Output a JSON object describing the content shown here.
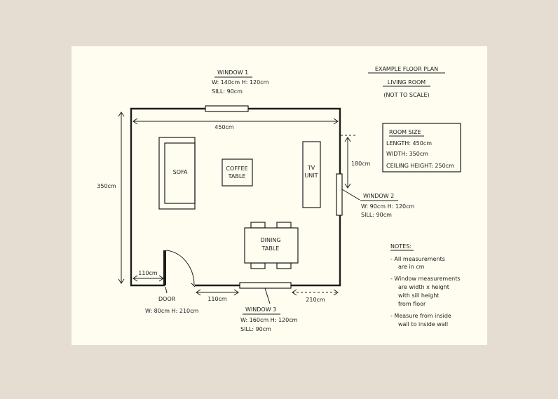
{
  "title": {
    "line1": "EXAMPLE FLOOR PLAN",
    "line2": "LIVING ROOM",
    "line3": "(NOT TO SCALE)"
  },
  "dimensions": {
    "width": "450cm",
    "height": "350cm",
    "window2_offset": "180cm",
    "door_offset": "110cm",
    "window3_left": "110cm",
    "window3_right": "210cm"
  },
  "furniture": {
    "sofa": "SOFA",
    "coffee_line1": "COFFEE",
    "coffee_line2": "TABLE",
    "tv_line1": "TV",
    "tv_line2": "UNIT",
    "dining_line1": "DINING",
    "dining_line2": "TABLE"
  },
  "window1": {
    "label": "WINDOW 1",
    "size": "W: 140cm   H: 120cm",
    "sill": "SILL: 90cm"
  },
  "window2": {
    "label": "WINDOW 2",
    "size": "W: 90cm   H: 120cm",
    "sill": "SILL: 90cm"
  },
  "window3": {
    "label": "WINDOW 3",
    "size": "W: 160cm   H: 120cm",
    "sill": "SILL: 90cm"
  },
  "door": {
    "label": "DOOR",
    "size": "W: 80cm  H: 210cm"
  },
  "room_size": {
    "heading": "ROOM SIZE",
    "length": "LENGTH: 450cm",
    "width": "WIDTH: 350cm",
    "ceiling": "CEILING HEIGHT: 250cm"
  },
  "notes": {
    "heading": "NOTES:",
    "n1_line1": "- All measurements",
    "n1_line2": "are in cm",
    "n2_line1": "- Window measurements",
    "n2_line2": "are width x height",
    "n2_line3": "with sill height",
    "n2_line4": "from floor",
    "n3_line1": "- Measure from inside",
    "n3_line2": "wall to inside wall"
  }
}
